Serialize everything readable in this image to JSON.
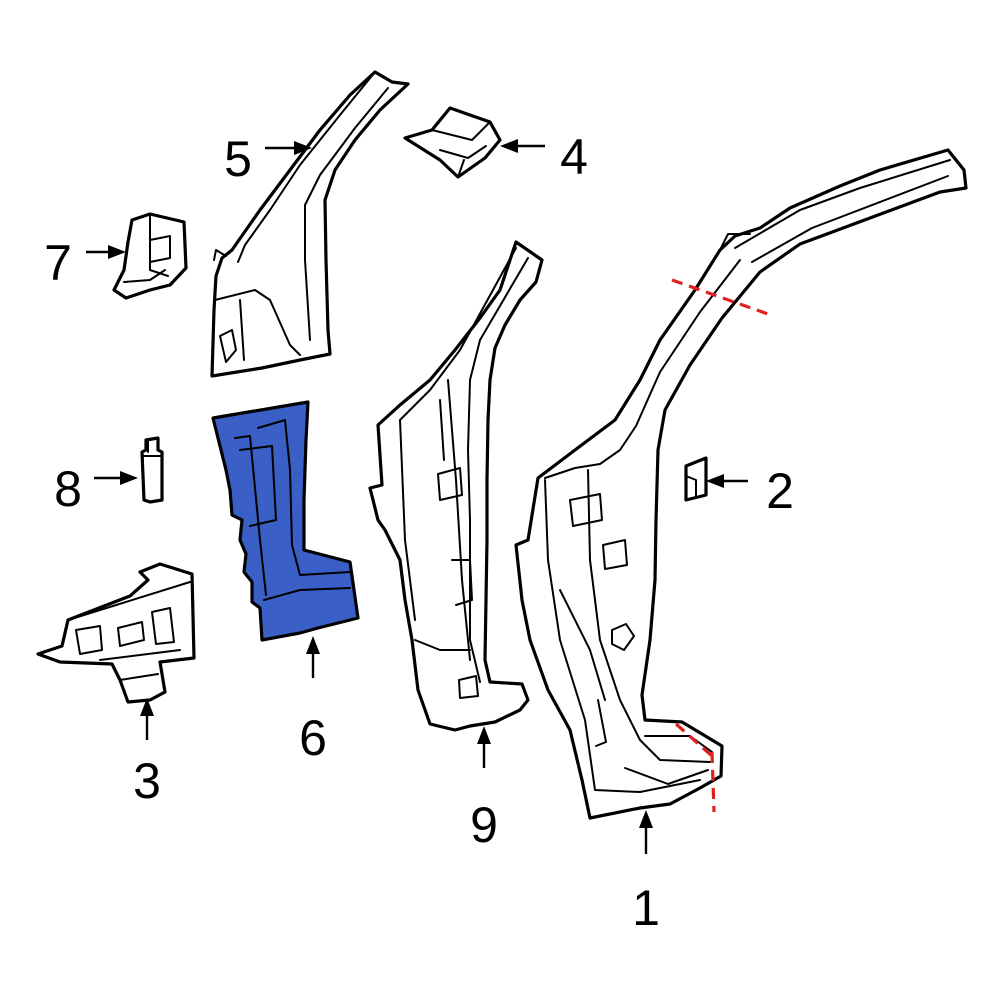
{
  "diagram": {
    "highlight_color": "#3a5fc6",
    "cut_line_color": "#e0201e",
    "callouts": [
      {
        "id": "part-1",
        "number": "1",
        "icon": "up-arrow-icon"
      },
      {
        "id": "part-2",
        "number": "2",
        "icon": "left-arrow-icon"
      },
      {
        "id": "part-3",
        "number": "3",
        "icon": "up-arrow-icon"
      },
      {
        "id": "part-4",
        "number": "4",
        "icon": "left-arrow-icon"
      },
      {
        "id": "part-5",
        "number": "5",
        "icon": "right-arrow-icon"
      },
      {
        "id": "part-6",
        "number": "6",
        "icon": "up-arrow-icon",
        "highlighted": true
      },
      {
        "id": "part-7",
        "number": "7",
        "icon": "right-arrow-icon"
      },
      {
        "id": "part-8",
        "number": "8",
        "icon": "right-arrow-icon"
      },
      {
        "id": "part-9",
        "number": "9",
        "icon": "up-arrow-icon"
      }
    ]
  }
}
